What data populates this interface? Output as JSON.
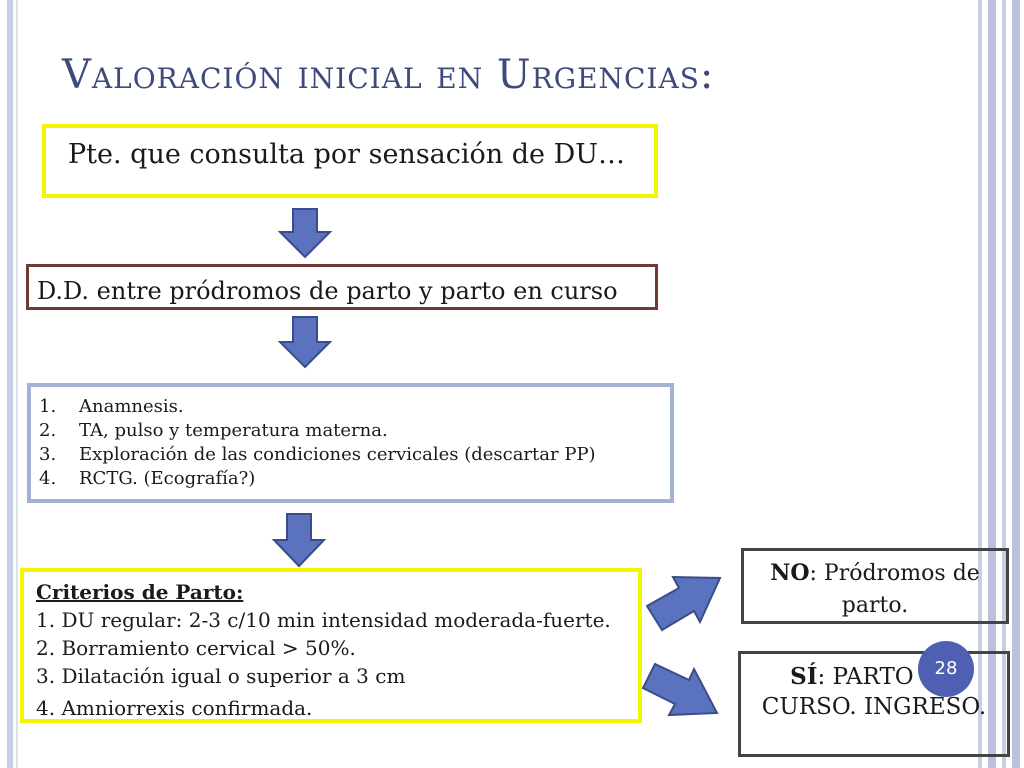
{
  "slide": {
    "title": "Valoración inicial en Urgencias:",
    "page_number": "28"
  },
  "flow": {
    "box1": "Pte. que consulta por sensación de DU…",
    "box2": "D.D. entre pródromos de parto y parto en curso",
    "steps": [
      {
        "num": "1.",
        "text": "Anamnesis."
      },
      {
        "num": "2.",
        "text": "TA, pulso y temperatura materna."
      },
      {
        "num": "3.",
        "text": "Exploración de las condiciones cervicales (descartar PP)"
      },
      {
        "num": "4.",
        "text": "RCTG. (Ecografía?)"
      }
    ],
    "criteria": {
      "title": "Criterios de Parto:",
      "items": [
        "1. DU regular: 2-3 c/10 min intensidad moderada-fuerte.",
        "2. Borramiento cervical > 50%.",
        "3. Dilatación igual o superior a 3 cm",
        "4. Amniorrexis confirmada."
      ]
    },
    "outcome_no": {
      "label": "NO",
      "text": ": Pródromos de parto."
    },
    "outcome_yes": {
      "label": "SÍ",
      "text": ": PARTO EN CURSO. INGRESO."
    }
  },
  "colors": {
    "title": "#3d4a7a",
    "yellow_border": "#f5f500",
    "brown_border": "#6e3b36",
    "blue_border": "#a3b1d6",
    "arrow_fill": "#5b73be",
    "arrow_stroke": "#3a4d8a",
    "badge": "#4f5fb1"
  }
}
